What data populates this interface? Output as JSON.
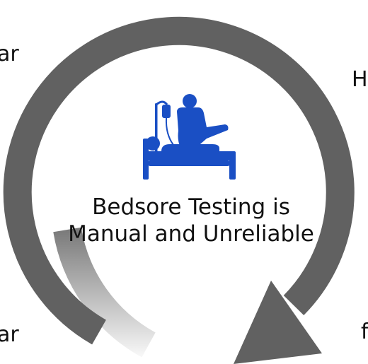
{
  "center_label": {
    "line1": "Bedsore Testing is",
    "line2": "Manual and Unreliable"
  },
  "edge_fragments": {
    "top_left": "ar",
    "top_right": "H",
    "bottom_left": "ar",
    "bottom_right": "f"
  },
  "icons": {
    "center": "patient-bed-caregiver-icon",
    "cycle": "circular-arrow-icon"
  },
  "colors": {
    "arrow": "#616161",
    "icon": "#1a4fc4",
    "text": "#111111",
    "background": "#ffffff"
  }
}
